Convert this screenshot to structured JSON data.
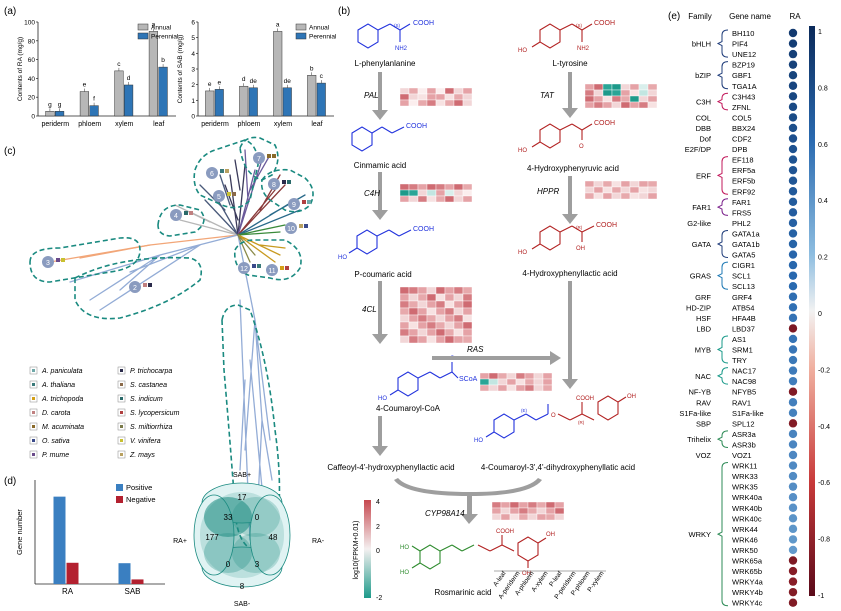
{
  "panels": {
    "a": "(a)",
    "b": "(b)",
    "c": "(c)",
    "d": "(d)",
    "e": "(e)"
  },
  "colors": {
    "annual": "#b7b7b7",
    "perennial": "#2e75b6",
    "positive": "#3a7fc1",
    "negative": "#b3202f",
    "blue_mol": "#2233dd",
    "red_mol": "#b22222",
    "green_mol": "#2e8b2e",
    "heat_hi": "#c6484f",
    "heat_mid": "#f4f0f0",
    "heat_lo": "#1d9a8a",
    "arrow": "#9e9e9e",
    "dashed": "#1a8a80"
  },
  "chart_data": [
    {
      "type": "bar",
      "title": "",
      "ylabel": "Contents of RA (mg/g)",
      "ylim": [
        0,
        100
      ],
      "yticks": [
        "0",
        "20",
        "40",
        "60",
        "80",
        "100"
      ],
      "categories": [
        "periderm",
        "phloem",
        "xylem",
        "leaf"
      ],
      "series": [
        {
          "name": "Annual",
          "values": [
            5,
            26,
            48,
            90
          ]
        },
        {
          "name": "Perennial",
          "values": [
            5,
            11,
            33,
            52
          ]
        }
      ],
      "letters": [
        [
          "g",
          "g"
        ],
        [
          "e",
          "f"
        ],
        [
          "c",
          "d"
        ],
        [
          "a",
          "b"
        ]
      ],
      "legend": "top-right"
    },
    {
      "type": "bar",
      "title": "",
      "ylabel": "Contents of SAB (mg/g)",
      "ylim": [
        0,
        6
      ],
      "yticks": [
        "0",
        "1",
        "2",
        "3",
        "4",
        "5",
        "6"
      ],
      "categories": [
        "periderm",
        "phloem",
        "xylem",
        "leaf"
      ],
      "series": [
        {
          "name": "Annual",
          "values": [
            1.6,
            1.9,
            5.4,
            2.6
          ]
        },
        {
          "name": "Perennial",
          "values": [
            1.7,
            1.8,
            1.8,
            2.1
          ]
        }
      ],
      "letters": [
        [
          "e",
          "e"
        ],
        [
          "d",
          "de"
        ],
        [
          "a",
          "de"
        ],
        [
          "b",
          "c"
        ]
      ],
      "legend": "top-right"
    },
    {
      "type": "bar",
      "title": "",
      "ylabel": "Gene number",
      "ylim": [
        0,
        250
      ],
      "categories": [
        "RA",
        "SAB"
      ],
      "series": [
        {
          "name": "Positive",
          "values": [
            210,
            50
          ]
        },
        {
          "name": "Negative",
          "values": [
            51,
            11
          ]
        }
      ],
      "legend": "top-right"
    }
  ],
  "venn": {
    "top": "SAB+",
    "bottom": "SAB-",
    "left": "RA+",
    "right": "RA-",
    "values": {
      "top": "17",
      "q1": "33",
      "q2": "0",
      "left": "177",
      "right": "48",
      "q3": "0",
      "q4": "3",
      "bottom": "8"
    }
  },
  "tree": {
    "clades": [
      "1",
      "2",
      "3",
      "4",
      "5",
      "6",
      "7",
      "8",
      "9",
      "10",
      "11",
      "12"
    ],
    "species": [
      "A. paniculata",
      "A. thaliana",
      "A. trichopoda",
      "D. carota",
      "M. acuminata",
      "O. sativa",
      "P. mume",
      "P. trichocarpa",
      "S. castanea",
      "S. indicum",
      "S. lycopersicum",
      "S. miltiorrhiza",
      "V. vinifera",
      "Z. mays"
    ],
    "species_colors": [
      "#6fa8a8",
      "#3a7a7a",
      "#d4a017",
      "#c08080",
      "#8a6a2a",
      "#3a4a8a",
      "#6a4a8a",
      "#2a2a4a",
      "#8a6a4a",
      "#2a6a6a",
      "#b04040",
      "#7a7a4a",
      "#c8c030",
      "#b8a060"
    ]
  },
  "pathway": {
    "compounds": [
      "L-phenylanlanine",
      "Cinmamic acid",
      "P-coumaric acid",
      "4-Coumaroyl-CoA",
      "Caffeoyl-4'-hydroxyphenyllactic acid",
      "L-tyrosine",
      "4-Hydroxyphenyruvic  acid",
      "4-Hydroxyphenyllactic  acid",
      "4-Coumaroyl-3',4'-dihydroxyphenyllatic  acid",
      "Rosmarinic acid"
    ],
    "enzymes": [
      "PAL",
      "C4H",
      "4CL",
      "TAT",
      "HPPR",
      "RAS",
      "CYP98A14"
    ],
    "struct_labels": {
      "cooh": "COOH",
      "nh2": "NH2",
      "ho": "HO",
      "oh": "OH",
      "scoa": "SCoA",
      "o": "O",
      "s": "(S)",
      "r": "(R)",
      "e": "(E)"
    },
    "columns": [
      "A-leaf",
      "A-periderm",
      "A-phloem",
      "A-xylem",
      "P-leaf",
      "P-periderm",
      "P-phloem",
      "P-xylem"
    ],
    "colorbar": {
      "label": "log10(FPKM+0.01)",
      "ticks": [
        "4",
        "2",
        "0",
        "-2"
      ]
    }
  },
  "heatmap_rows": {
    "PAL": [
      [
        "#f2d6d7",
        "#e7a9ac",
        "#fbeeee",
        "#e5a2a6",
        "#fbeeee",
        "#cf6b72",
        "#f2d6d7",
        "#e5a2a6"
      ],
      [
        "#cf6b72",
        "#f2d6d7",
        "#f7e2e2",
        "#e5a2a6",
        "#e5a2a6",
        "#f7e2e2",
        "#e7a9ac",
        "#f2d6d7"
      ],
      [
        "#e5a2a6",
        "#fbeeee",
        "#e7a9ac",
        "#d67c82",
        "#f7e2e2",
        "#e7a9ac",
        "#cf6b72",
        "#f2d6d7"
      ]
    ],
    "C4H": [
      [
        "#cf6b72",
        "#d67c82",
        "#e5a2a6",
        "#cf6b72",
        "#d67c82",
        "#e5a2a6",
        "#cf6b72",
        "#e7a9ac"
      ],
      [
        "#1d9a8a",
        "#2aa596",
        "#f2d6d7",
        "#c2e6e1",
        "#e5a2a6",
        "#d9efec",
        "#f2d6d7",
        "#fbeeee"
      ],
      [
        "#e5a2a6",
        "#f2d6d7",
        "#d67c82",
        "#f7e2e2",
        "#e7a9ac",
        "#cf6b72",
        "#f2d6d7",
        "#e5a2a6"
      ]
    ],
    "CL4": [
      [
        "#cf6b72",
        "#d67c82",
        "#e5a2a6",
        "#f2d6d7",
        "#cf6b72",
        "#e5a2a6",
        "#d67c82",
        "#e7a9ac"
      ],
      [
        "#e5a2a6",
        "#f2d6d7",
        "#e7a9ac",
        "#cf6b72",
        "#f7e2e2",
        "#e5a2a6",
        "#f2d6d7",
        "#d67c82"
      ],
      [
        "#d67c82",
        "#e7a9ac",
        "#f2d6d7",
        "#e5a2a6",
        "#d67c82",
        "#f7e2e2",
        "#e5a2a6",
        "#cf6b72"
      ],
      [
        "#e7a9ac",
        "#cf6b72",
        "#e5a2a6",
        "#f7e2e2",
        "#e5a2a6",
        "#d67c82",
        "#f2d6d7",
        "#e5a2a6"
      ],
      [
        "#f2d6d7",
        "#e5a2a6",
        "#d67c82",
        "#e7a9ac",
        "#f2d6d7",
        "#e5a2a6",
        "#d67c82",
        "#f7e2e2"
      ],
      [
        "#e5a2a6",
        "#f7e2e2",
        "#e5a2a6",
        "#d67c82",
        "#e7a9ac",
        "#f2d6d7",
        "#e5a2a6",
        "#cf6b72"
      ],
      [
        "#d67c82",
        "#e5a2a6",
        "#f2d6d7",
        "#e5a2a6",
        "#cf6b72",
        "#e7a9ac",
        "#f7e2e2",
        "#e5a2a6"
      ],
      [
        "#f2d6d7",
        "#d67c82",
        "#e5a2a6",
        "#f7e2e2",
        "#e5a2a6",
        "#cf6b72",
        "#e5a2a6",
        "#e7a9ac"
      ]
    ],
    "TAT": [
      [
        "#e5a2a6",
        "#cf6b72",
        "#2aa596",
        "#1d9a8a",
        "#f2d6d7",
        "#e5a2a6",
        "#d9efec",
        "#e7a9ac"
      ],
      [
        "#d67c82",
        "#f2d6d7",
        "#1d9a8a",
        "#2aa596",
        "#e5a2a6",
        "#f7e2e2",
        "#c2e6e1",
        "#f2d6d7"
      ],
      [
        "#cf6b72",
        "#e5a2a6",
        "#f7e2e2",
        "#d67c82",
        "#e7a9ac",
        "#1d9a8a",
        "#f2d6d7",
        "#e5a2a6"
      ],
      [
        "#e5a2a6",
        "#d67c82",
        "#e5a2a6",
        "#f2d6d7",
        "#cf6b72",
        "#e5a2a6",
        "#d67c82",
        "#f7e2e2"
      ]
    ],
    "HPPR": [
      [
        "#e5a2a6",
        "#f2d6d7",
        "#e7a9ac",
        "#f7e2e2",
        "#e5a2a6",
        "#f2d6d7",
        "#e5a2a6",
        "#e7a9ac"
      ],
      [
        "#f2d6d7",
        "#e5a2a6",
        "#f7e2e2",
        "#e7a9ac",
        "#f2d6d7",
        "#e5a2a6",
        "#f7e2e2",
        "#f2d6d7"
      ],
      [
        "#e7a9ac",
        "#f7e2e2",
        "#e5a2a6",
        "#f2d6d7",
        "#e7a9ac",
        "#f7e2e2",
        "#f2d6d7",
        "#e5a2a6"
      ]
    ],
    "RAS": [
      [
        "#e5a2a6",
        "#cf6b72",
        "#e7a9ac",
        "#f2d6d7",
        "#d67c82",
        "#e5a2a6",
        "#f2d6d7",
        "#e5a2a6"
      ],
      [
        "#2aa596",
        "#c2e6e1",
        "#f2d6d7",
        "#e5a2a6",
        "#f7e2e2",
        "#e7a9ac",
        "#f2d6d7",
        "#e5a2a6"
      ],
      [
        "#e7a9ac",
        "#f2d6d7",
        "#e5a2a6",
        "#f7e2e2",
        "#e5a2a6",
        "#d67c82",
        "#f2d6d7",
        "#e7a9ac"
      ]
    ],
    "CYP": [
      [
        "#d67c82",
        "#e5a2a6",
        "#cf6b72",
        "#e5a2a6",
        "#d67c82",
        "#e7a9ac",
        "#cf6b72",
        "#e5a2a6"
      ],
      [
        "#e5a2a6",
        "#f2d6d7",
        "#e5a2a6",
        "#d67c82",
        "#e7a9ac",
        "#f2d6d7",
        "#e5a2a6",
        "#cf6b72"
      ],
      [
        "#f2d6d7",
        "#e5a2a6",
        "#f7e2e2",
        "#e7a9ac",
        "#f2d6d7",
        "#e5a2a6",
        "#e7a9ac",
        "#f2d6d7"
      ]
    ]
  },
  "tf": {
    "header_family": "Family",
    "header_gene": "Gene name",
    "header_ra": "RA",
    "scale_ticks": [
      "1",
      "0.8",
      "0.6",
      "0.4",
      "0.2",
      "0",
      "-0.2",
      "-0.4",
      "-0.6",
      "-0.8",
      "-1"
    ],
    "genes": [
      {
        "n": "BH110",
        "v": 0.9
      },
      {
        "n": "PIF4",
        "v": 0.88
      },
      {
        "n": "UNE12",
        "v": 0.86
      },
      {
        "n": "BZP19",
        "v": 0.85
      },
      {
        "n": "GBF1",
        "v": 0.84
      },
      {
        "n": "TGA1A",
        "v": 0.83
      },
      {
        "n": "C3H43",
        "v": 0.82
      },
      {
        "n": "ZFNL",
        "v": 0.8
      },
      {
        "n": "COL5",
        "v": 0.79
      },
      {
        "n": "BBX24",
        "v": 0.77
      },
      {
        "n": "CDF2",
        "v": 0.76
      },
      {
        "n": "DPB",
        "v": 0.75
      },
      {
        "n": "EF118",
        "v": 0.74
      },
      {
        "n": "ERF5a",
        "v": 0.73
      },
      {
        "n": "ERF5b",
        "v": 0.72
      },
      {
        "n": "ERF92",
        "v": 0.7
      },
      {
        "n": "FAR1",
        "v": 0.69
      },
      {
        "n": "FRS5",
        "v": 0.68
      },
      {
        "n": "PHL2",
        "v": 0.66
      },
      {
        "n": "GATA1a",
        "v": 0.65
      },
      {
        "n": "GATA1b",
        "v": 0.64
      },
      {
        "n": "GATA5",
        "v": 0.63
      },
      {
        "n": "CIGR1",
        "v": 0.62
      },
      {
        "n": "SCL1",
        "v": 0.61
      },
      {
        "n": "SCL13",
        "v": 0.6
      },
      {
        "n": "GRF4",
        "v": 0.58
      },
      {
        "n": "ATB54",
        "v": 0.57
      },
      {
        "n": "HFA4B",
        "v": 0.56
      },
      {
        "n": "LBD37",
        "v": -0.88
      },
      {
        "n": "AS1",
        "v": 0.55
      },
      {
        "n": "SRM1",
        "v": 0.54
      },
      {
        "n": "TRY",
        "v": 0.53
      },
      {
        "n": "NAC17",
        "v": 0.52
      },
      {
        "n": "NAC98",
        "v": 0.51
      },
      {
        "n": "NFYB5",
        "v": -0.86
      },
      {
        "n": "RAV1",
        "v": 0.5
      },
      {
        "n": "S1Fa-like",
        "v": 0.49
      },
      {
        "n": "SPL12",
        "v": -0.85
      },
      {
        "n": "ASR3a",
        "v": 0.48
      },
      {
        "n": "ASR3b",
        "v": 0.47
      },
      {
        "n": "VOZ1",
        "v": 0.46
      },
      {
        "n": "WRK11",
        "v": 0.45
      },
      {
        "n": "WRK33",
        "v": 0.44
      },
      {
        "n": "WRK35",
        "v": 0.43
      },
      {
        "n": "WRK40a",
        "v": 0.42
      },
      {
        "n": "WRK40b",
        "v": 0.41
      },
      {
        "n": "WRK40c",
        "v": 0.4
      },
      {
        "n": "WRK44",
        "v": 0.39
      },
      {
        "n": "WRK46",
        "v": 0.38
      },
      {
        "n": "WRK50",
        "v": 0.37
      },
      {
        "n": "WRK65a",
        "v": -0.87
      },
      {
        "n": "WRK65b",
        "v": -0.84
      },
      {
        "n": "WRKY4a",
        "v": -0.83
      },
      {
        "n": "WRKY4b",
        "v": -0.85
      },
      {
        "n": "WRKY4c",
        "v": -0.86
      }
    ],
    "families": [
      {
        "name": "bHLH",
        "from": 0,
        "to": 2,
        "color": "#1f3c7a",
        "bracket": true
      },
      {
        "name": "bZIP",
        "from": 3,
        "to": 5,
        "color": "#1f3c7a",
        "bracket": true
      },
      {
        "name": "C3H",
        "from": 6,
        "to": 7,
        "color": "#c2185b",
        "bracket": true
      },
      {
        "name": "COL",
        "from": 8,
        "to": 8,
        "color": "",
        "bracket": false
      },
      {
        "name": "DBB",
        "from": 9,
        "to": 9,
        "color": "",
        "bracket": false
      },
      {
        "name": "Dof",
        "from": 10,
        "to": 10,
        "color": "",
        "bracket": false
      },
      {
        "name": "E2F/DP",
        "from": 11,
        "to": 11,
        "color": "",
        "bracket": false
      },
      {
        "name": "ERF",
        "from": 12,
        "to": 15,
        "color": "#c2185b",
        "bracket": true
      },
      {
        "name": "FAR1",
        "from": 16,
        "to": 17,
        "color": "#7a1f8a",
        "bracket": true
      },
      {
        "name": "G2-like",
        "from": 18,
        "to": 18,
        "color": "",
        "bracket": false
      },
      {
        "name": "GATA",
        "from": 19,
        "to": 21,
        "color": "#1f3c7a",
        "bracket": true
      },
      {
        "name": "GRAS",
        "from": 22,
        "to": 24,
        "color": "#1f7ab5",
        "bracket": true
      },
      {
        "name": "GRF",
        "from": 25,
        "to": 25,
        "color": "",
        "bracket": false
      },
      {
        "name": "HD-ZIP",
        "from": 26,
        "to": 26,
        "color": "",
        "bracket": false
      },
      {
        "name": "HSF",
        "from": 27,
        "to": 27,
        "color": "",
        "bracket": false
      },
      {
        "name": "LBD",
        "from": 28,
        "to": 28,
        "color": "",
        "bracket": false
      },
      {
        "name": "MYB",
        "from": 29,
        "to": 31,
        "color": "#1a9a8a",
        "bracket": true
      },
      {
        "name": "NAC",
        "from": 32,
        "to": 33,
        "color": "#1a9a8a",
        "bracket": true
      },
      {
        "name": "NF-YB",
        "from": 34,
        "to": 34,
        "color": "",
        "bracket": false
      },
      {
        "name": "RAV",
        "from": 35,
        "to": 35,
        "color": "",
        "bracket": false
      },
      {
        "name": "S1Fa-like",
        "from": 36,
        "to": 36,
        "color": "",
        "bracket": false
      },
      {
        "name": "SBP",
        "from": 37,
        "to": 37,
        "color": "",
        "bracket": false
      },
      {
        "name": "Trihelix",
        "from": 38,
        "to": 39,
        "color": "#2e8b57",
        "bracket": true
      },
      {
        "name": "VOZ",
        "from": 40,
        "to": 40,
        "color": "",
        "bracket": false
      },
      {
        "name": "WRKY",
        "from": 41,
        "to": 54,
        "color": "#2e8b57",
        "bracket": true
      }
    ]
  }
}
